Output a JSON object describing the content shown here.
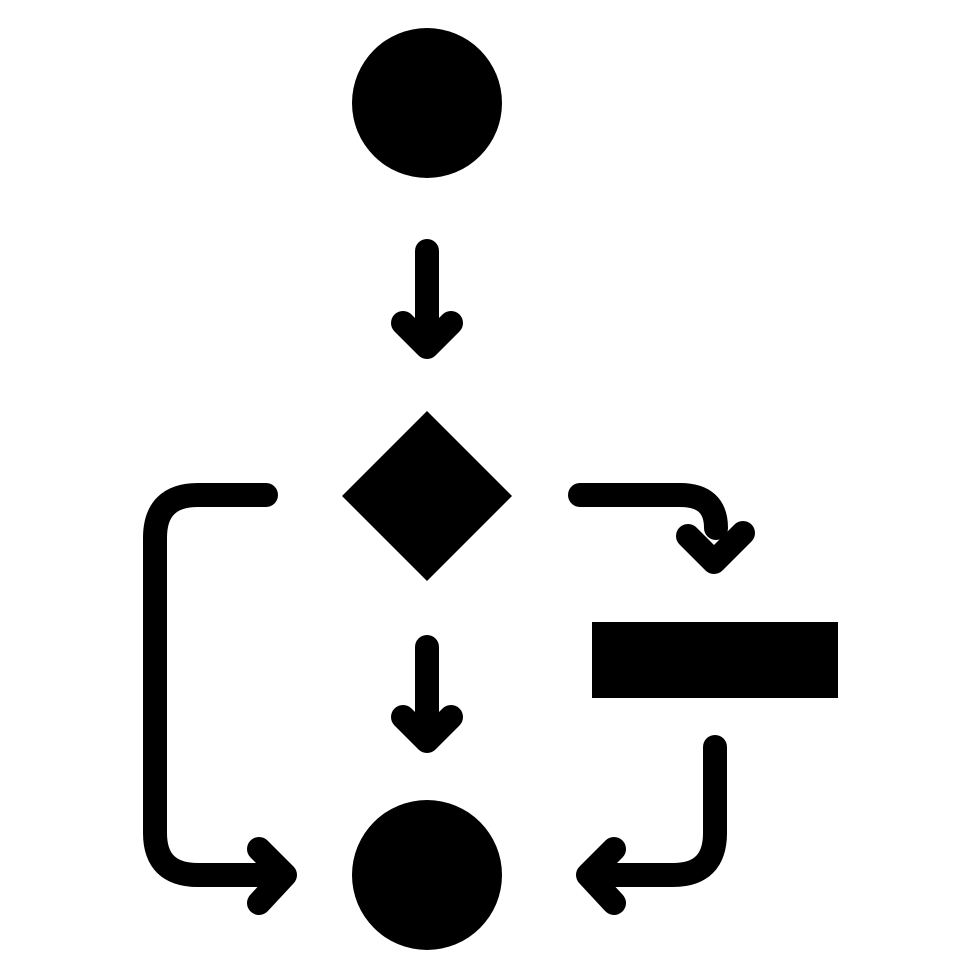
{
  "icon": {
    "name": "flowchart-icon",
    "ink_color": "#000000",
    "background_color": "#ffffff"
  },
  "nodes": [
    {
      "id": "start",
      "shape": "circle"
    },
    {
      "id": "decision",
      "shape": "diamond"
    },
    {
      "id": "process",
      "shape": "rectangle"
    },
    {
      "id": "end",
      "shape": "circle"
    }
  ],
  "edges": [
    {
      "from": "start",
      "to": "decision"
    },
    {
      "from": "decision",
      "to": "end",
      "route": "straight"
    },
    {
      "from": "decision",
      "to": "process",
      "route": "right"
    },
    {
      "from": "decision",
      "to": "end",
      "route": "left-loop"
    },
    {
      "from": "process",
      "to": "end",
      "route": "right-loop"
    }
  ]
}
